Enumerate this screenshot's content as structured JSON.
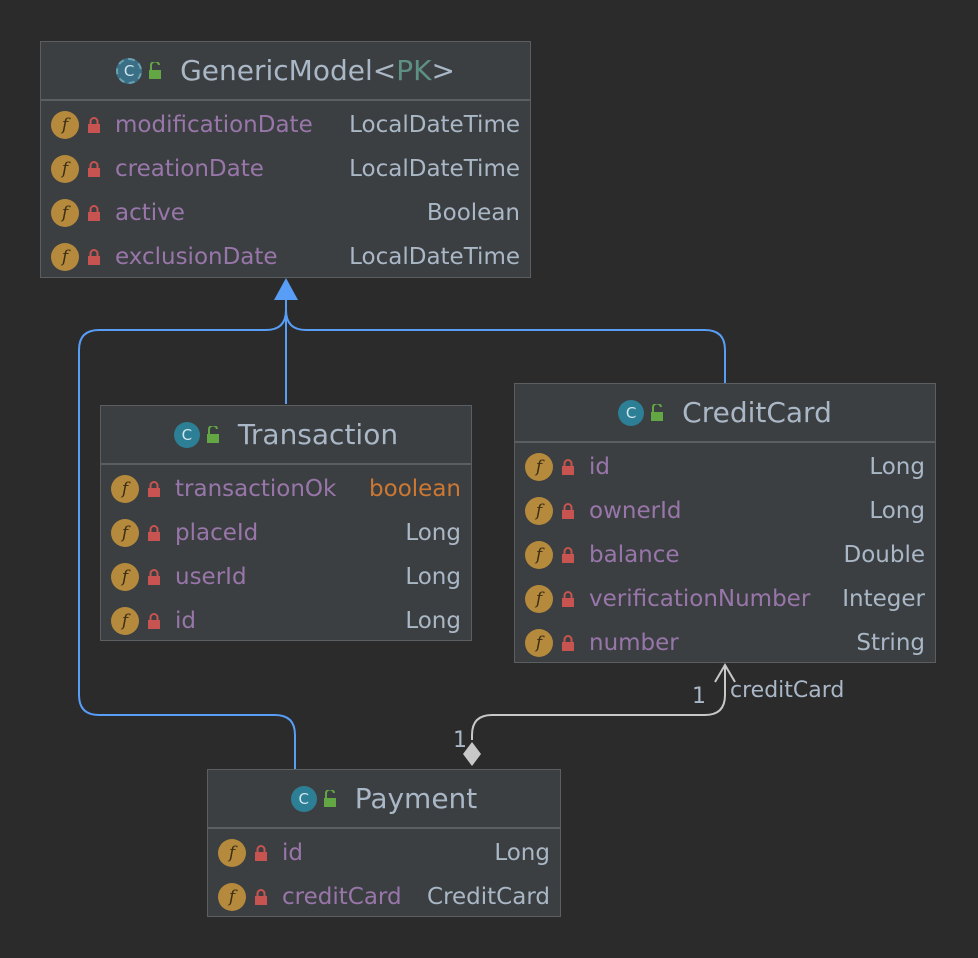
{
  "classes": {
    "generic": {
      "name": "GenericModel",
      "type_param_open": "<",
      "type_param": "PK",
      "type_param_close": ">",
      "fields": [
        {
          "name": "modificationDate",
          "type": "LocalDateTime"
        },
        {
          "name": "creationDate",
          "type": "LocalDateTime"
        },
        {
          "name": "active",
          "type": "Boolean"
        },
        {
          "name": "exclusionDate",
          "type": "LocalDateTime"
        }
      ]
    },
    "transaction": {
      "name": "Transaction",
      "fields": [
        {
          "name": "transactionOk",
          "type": "boolean"
        },
        {
          "name": "placeId",
          "type": "Long"
        },
        {
          "name": "userId",
          "type": "Long"
        },
        {
          "name": "id",
          "type": "Long"
        }
      ]
    },
    "creditcard": {
      "name": "CreditCard",
      "fields": [
        {
          "name": "id",
          "type": "Long"
        },
        {
          "name": "ownerId",
          "type": "Long"
        },
        {
          "name": "balance",
          "type": "Double"
        },
        {
          "name": "verificationNumber",
          "type": "Integer"
        },
        {
          "name": "number",
          "type": "String"
        }
      ]
    },
    "payment": {
      "name": "Payment",
      "fields": [
        {
          "name": "id",
          "type": "Long"
        },
        {
          "name": "creditCard",
          "type": "CreditCard"
        }
      ]
    }
  },
  "association": {
    "role": "creditCard",
    "target_multiplicity": "1",
    "source_multiplicity": "1"
  },
  "icons": {
    "class_badge": "C",
    "field_badge": "f"
  },
  "colors": {
    "background": "#2b2b2b",
    "box": "#3c3f41",
    "inheritance": "#589df6",
    "association": "#c8c8c8",
    "field_name": "#9876aa",
    "type": "#a9b7c6",
    "primitive": "#cc7832"
  }
}
